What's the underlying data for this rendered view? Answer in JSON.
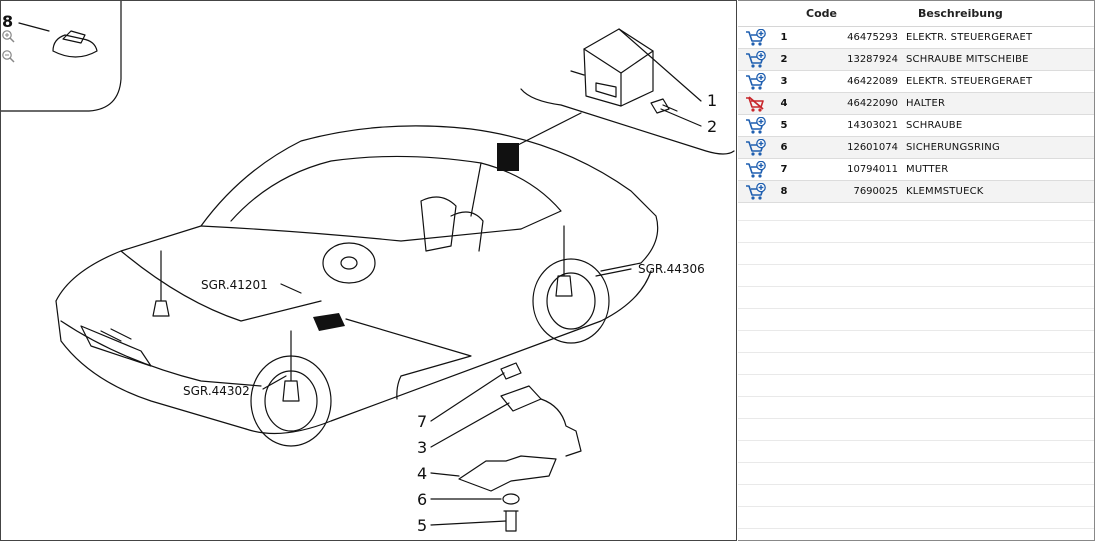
{
  "diagram": {
    "callouts": [
      "1",
      "2",
      "3",
      "4",
      "5",
      "6",
      "7",
      "8"
    ],
    "references": {
      "ref_41201": "SGR.41201",
      "ref_44306": "SGR.44306",
      "ref_44302": "SGR.44302"
    }
  },
  "parts_table": {
    "headers": {
      "code": "Code",
      "description": "Beschreibung"
    },
    "rows": [
      {
        "pos": "1",
        "code": "46475293",
        "description": "ELEKTR. STEUERGERAET",
        "icon": "add-to-cart-icon"
      },
      {
        "pos": "2",
        "code": "13287924",
        "description": "SCHRAUBE MITSCHEIBE",
        "icon": "add-to-cart-icon"
      },
      {
        "pos": "3",
        "code": "46422089",
        "description": "ELEKTR. STEUERGERAET",
        "icon": "add-to-cart-icon"
      },
      {
        "pos": "4",
        "code": "46422090",
        "description": "HALTER",
        "icon": "unavailable-cart-icon"
      },
      {
        "pos": "5",
        "code": "14303021",
        "description": "SCHRAUBE",
        "icon": "add-to-cart-icon"
      },
      {
        "pos": "6",
        "code": "12601074",
        "description": "SICHERUNGSRING",
        "icon": "add-to-cart-icon"
      },
      {
        "pos": "7",
        "code": "10794011",
        "description": "MUTTER",
        "icon": "add-to-cart-icon"
      },
      {
        "pos": "8",
        "code": "7690025",
        "description": "KLEMMSTUECK",
        "icon": "add-to-cart-icon"
      }
    ]
  },
  "colors": {
    "cart_blue": "#1f5fb0",
    "cart_red": "#c8262b",
    "row_alt": "#f3f3f3"
  }
}
